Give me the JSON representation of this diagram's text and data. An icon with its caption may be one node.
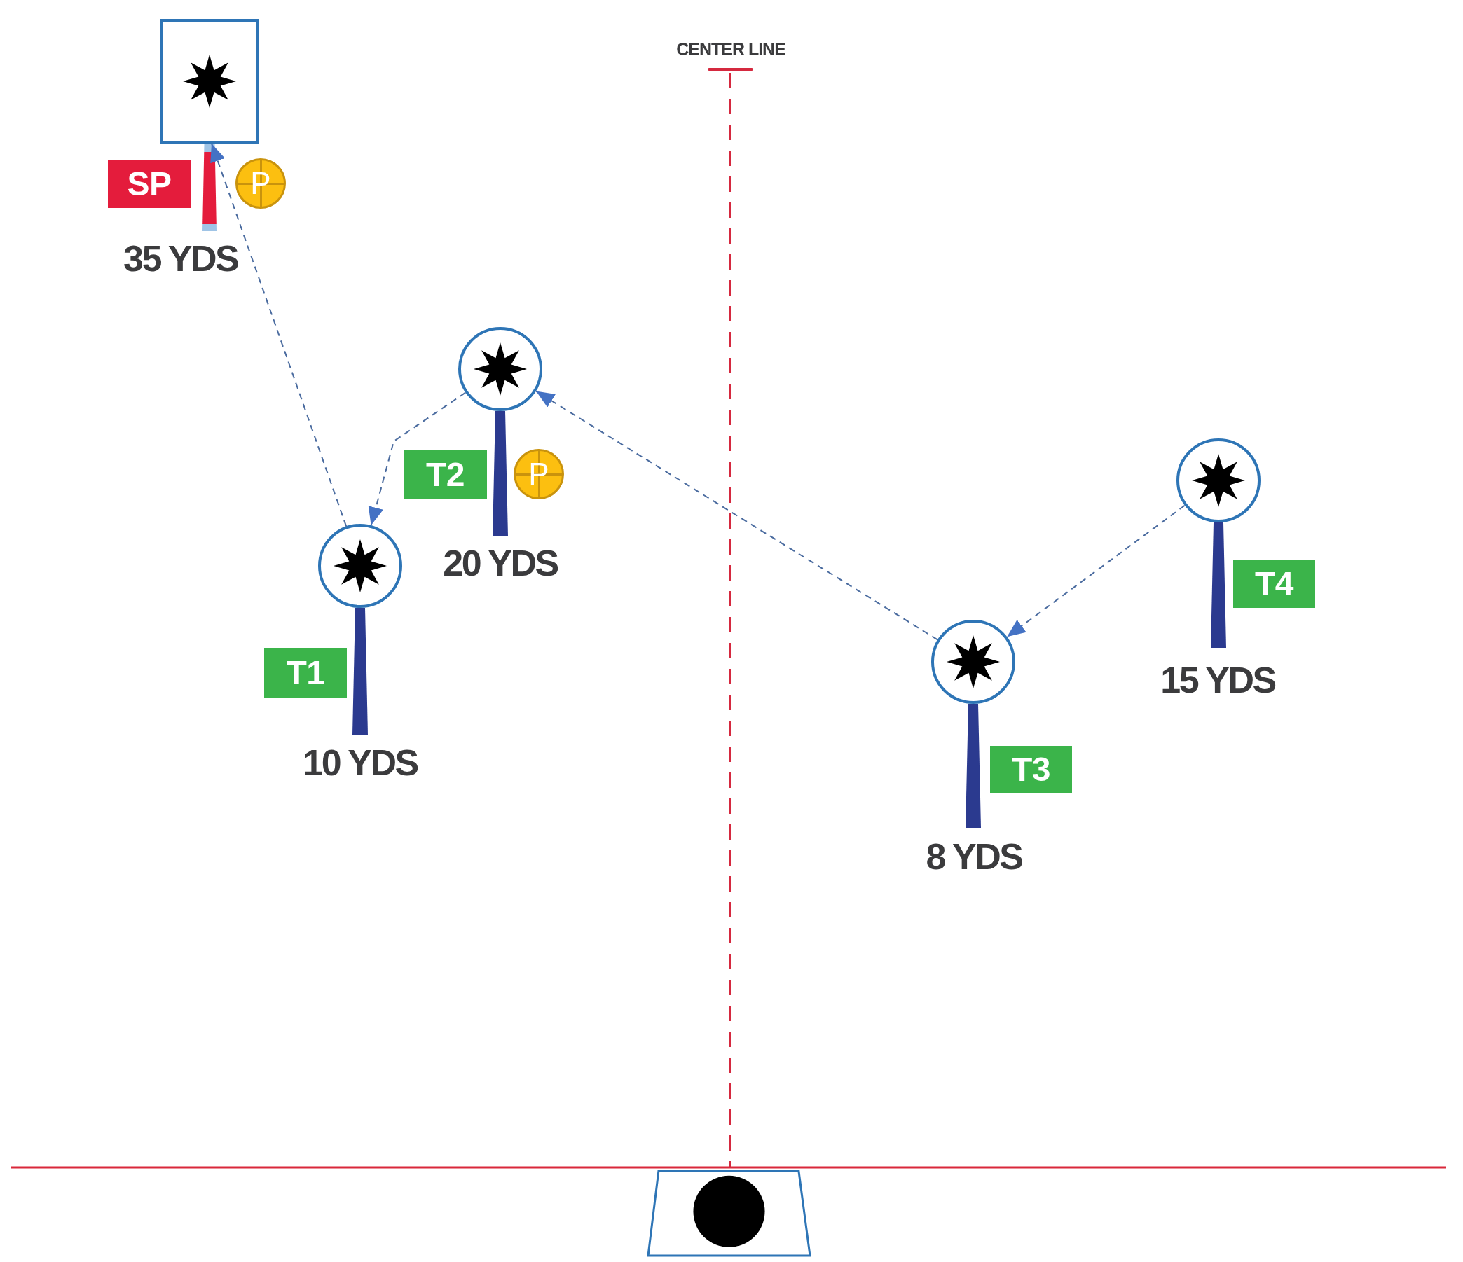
{
  "diagram": {
    "nodes": [
      {
        "text": [],
        "shape": "box"
      },
      {
        "text": [],
        "shape": "bar",
        "beside": [
          "35 YDS"
        ]
      },
      {
        "text": [
          "SP"
        ]
      },
      {
        "text": [
          "P"
        ]
      },
      {
        "text": [],
        "shape": "circle"
      },
      {
        "text": [],
        "shape": "bar",
        "beside": [
          "20 YDS"
        ]
      },
      {
        "text": [],
        "shape": "circle"
      },
      {
        "text": [
          "T2"
        ]
      },
      {
        "text": [
          "P"
        ]
      },
      {
        "text": [],
        "shape": "bar",
        "beside": [
          "15 YDS"
        ]
      },
      {
        "text": [],
        "shape": "circle"
      },
      {
        "text": [
          "T4"
        ]
      },
      {
        "text": [],
        "shape": "bar",
        "beside": [
          "10 YDS"
        ]
      },
      {
        "text": [],
        "shape": "circle"
      },
      {
        "text": [
          "T1"
        ]
      },
      {
        "text": [],
        "shape": "bar",
        "beside": [
          "8 YDS"
        ]
      },
      {
        "text": [
          "T3"
        ]
      },
      {
        "text": [],
        "shape": "trapezoid"
      }
    ],
    "edges": [
      {
        "from": 10,
        "to": 0,
        "arrow": "to",
        "style": "dashed"
      },
      {
        "from": 4,
        "to": 10,
        "arrow": "to",
        "style": "dashed"
      },
      {
        "from": 13,
        "to": 4,
        "arrow": "to",
        "style": "dashed"
      },
      {
        "from": 6,
        "to": 13,
        "arrow": "to",
        "style": "dashed"
      }
    ],
    "labels": [
      "CENTER LINE"
    ]
  }
}
